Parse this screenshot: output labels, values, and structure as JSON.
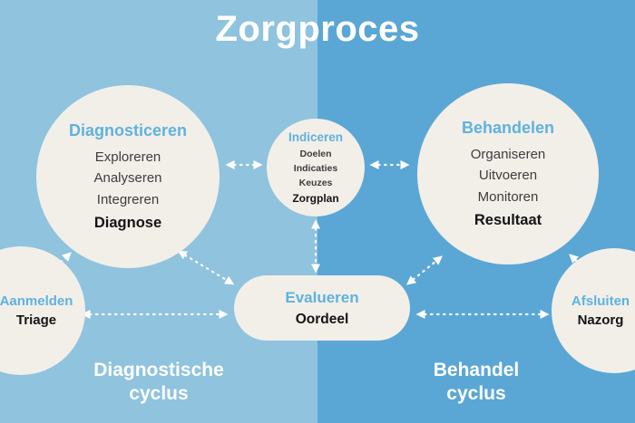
{
  "title": "Zorgproces",
  "colors": {
    "bg_left": "#8FC3DE",
    "bg_right": "#5AA7D5",
    "shape_fill": "#F2EFE9",
    "heading_blue": "#5FB2DE",
    "body_text": "#3D3D3D",
    "result_text": "#141414",
    "arrow": "#FFFFFF"
  },
  "nodes": {
    "diagnosticeren": {
      "heading": "Diagnosticeren",
      "items": [
        "Exploreren",
        "Analyseren",
        "Integreren"
      ],
      "result": "Diagnose"
    },
    "indiceren": {
      "heading": "Indiceren",
      "items": [
        "Doelen",
        "Indicaties",
        "Keuzes"
      ],
      "result": "Zorgplan"
    },
    "behandelen": {
      "heading": "Behandelen",
      "items": [
        "Organiseren",
        "Uitvoeren",
        "Monitoren"
      ],
      "result": "Resultaat"
    },
    "aanmelden": {
      "heading": "Aanmelden",
      "result": "Triage"
    },
    "evalueren": {
      "heading": "Evalueren",
      "result": "Oordeel"
    },
    "afsluiten": {
      "heading": "Afsluiten",
      "result": "Nazorg"
    }
  },
  "labels": {
    "left_cycle_line1": "Diagnostische",
    "left_cycle_line2": "cyclus",
    "right_cycle_line1": "Behandel",
    "right_cycle_line2": "cyclus"
  }
}
